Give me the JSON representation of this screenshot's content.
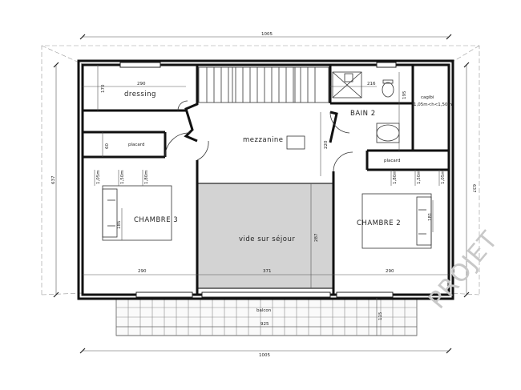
{
  "rooms": {
    "dressing": "dressing",
    "mezzanine": "mezzanine",
    "bain2": "BAIN 2",
    "cagibi": "cagibi",
    "cagibi_note": "1,05m<h<1,50m",
    "chambre3": "CHAMBRE 3",
    "chambre2": "CHAMBRE 2",
    "vide": "vide sur séjour",
    "balcon": "balcon",
    "placard_left": "placard",
    "placard_right": "placard"
  },
  "dimensions": {
    "top_total": "1005",
    "bottom_total": "1005",
    "left_total": "637",
    "right_total": "637",
    "dressing_w": "290",
    "dressing_h": "170",
    "bain_w": "216",
    "bain_h": "195",
    "placard_h": "60",
    "mezz_h": "220",
    "ch3_w": "290",
    "vide_w": "371",
    "ch2_w": "290",
    "vide_h": "287",
    "bed_left": "185",
    "bed_right": "181",
    "balcon_w": "925",
    "balcon_h": "115",
    "h1": "1,05m",
    "h2": "1,50m",
    "h3": "1,80m"
  },
  "watermark": "PROJET",
  "colors": {
    "void_fill": "#d3d3d3",
    "wall": "#111111",
    "watermark": "#c8c8c8"
  }
}
